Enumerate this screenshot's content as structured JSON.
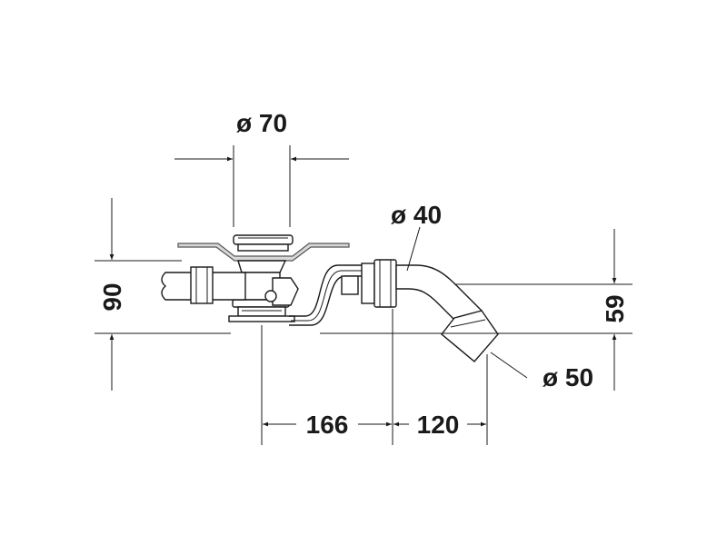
{
  "dimensions": {
    "top_diameter": "ø 70",
    "pipe_diameter": "ø 40",
    "outlet_diameter": "ø 50",
    "height_total": "90",
    "height_outlet": "59",
    "horizontal_1": "166",
    "horizontal_2": "120"
  },
  "colors": {
    "line": "#1a1a1a",
    "surface": "#d8d8d8",
    "background": "#ffffff"
  }
}
